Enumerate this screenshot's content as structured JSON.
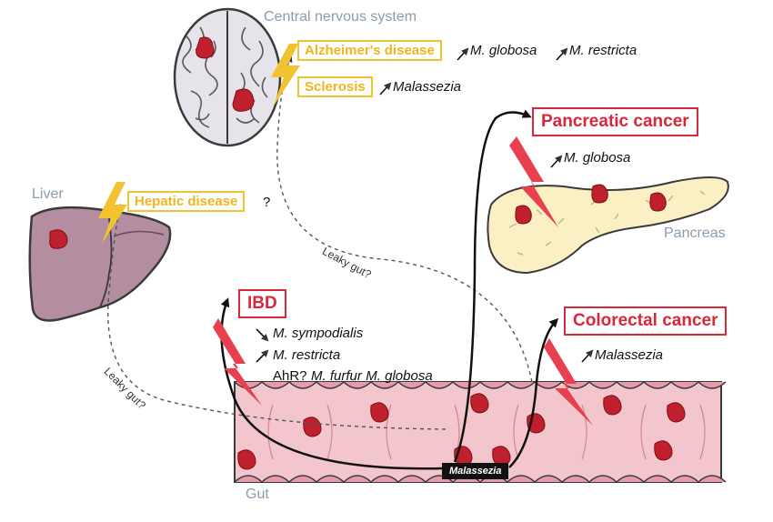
{
  "organs": {
    "cns": "Central nervous system",
    "liver": "Liver",
    "pancreas": "Pancreas",
    "gut": "Gut"
  },
  "diseases": {
    "alzheimers": "Alzheimer's disease",
    "sclerosis": "Sclerosis",
    "hepatic": "Hepatic disease",
    "pancreatic": "Pancreatic cancer",
    "ibd": "IBD",
    "colorectal": "Colorectal cancer"
  },
  "associations": {
    "alz_1": "M. globosa",
    "alz_2": "M. restricta",
    "sclerosis": "Malassezia",
    "hepatic": "?",
    "pancreatic": "M. globosa",
    "ibd_1": "M. sympodialis",
    "ibd_2": "M. restricta",
    "ibd_3_prefix": "AhR?",
    "ibd_3_a": "M. furfur",
    "ibd_3_b": "M. globosa",
    "colorectal": "Malassezia"
  },
  "leaky_gut": "Leaky gut?",
  "source": "Malassezia",
  "colors": {
    "organ_label": "#8a9cad",
    "yellow_box": "#f2c230",
    "red_box": "#d8283a",
    "lesion": "#c0202e",
    "gut": "#f3c6cd",
    "liver": "#b48ea0",
    "pancreas": "#fbf0c4"
  }
}
